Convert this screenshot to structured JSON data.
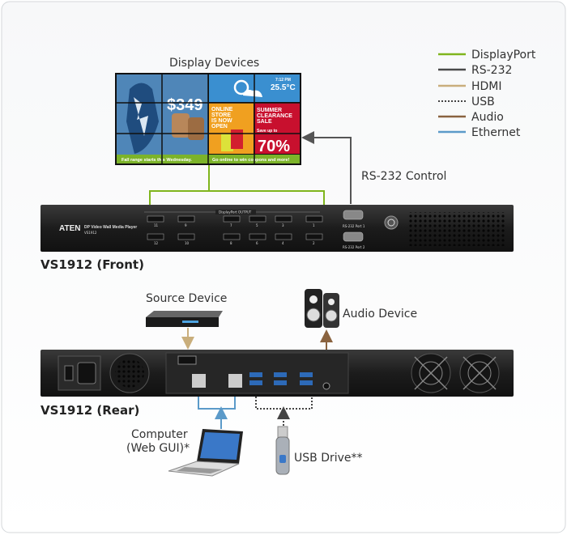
{
  "legend": [
    {
      "label": "DisplayPort",
      "color": "#7fb51d",
      "style": "solid"
    },
    {
      "label": "RS-232",
      "color": "#4a4a4a",
      "style": "solid"
    },
    {
      "label": "HDMI",
      "color": "#c9ae7c",
      "style": "solid"
    },
    {
      "label": "USB",
      "color": "#444444",
      "style": "dotted"
    },
    {
      "label": "Audio",
      "color": "#8a6340",
      "style": "solid"
    },
    {
      "label": "Ethernet",
      "color": "#5b9ac9",
      "style": "solid"
    }
  ],
  "labels": {
    "display_devices": "Display Devices",
    "rs232_control": "RS-232 Control",
    "front": "VS1912 (Front)",
    "rear": "VS1912 (Rear)",
    "source_device": "Source Device",
    "audio_device": "Audio Device",
    "computer_line1": "Computer",
    "computer_line2": "(Web GUI)*",
    "usb_drive": "USB Drive**"
  },
  "front_panel": {
    "brand": "ATEN",
    "product": "DP Video Wall Media Player",
    "model": "VS1912",
    "output_label": "DisplayPort OUTPUT",
    "port_top": [
      "11",
      "9",
      "7",
      "5",
      "3",
      "1"
    ],
    "port_bottom": [
      "12",
      "10",
      "8",
      "6",
      "4",
      "2"
    ],
    "rs232_port1": "RS-232 Port 1",
    "rs232_port2": "RS-232 Port 2"
  },
  "video_wall": {
    "price": "$349",
    "time": "7:12 PM",
    "temperature": "25.5°C",
    "store_text": [
      "ONLINE",
      "STORE",
      "IS NOW",
      "OPEN"
    ],
    "sale_text": [
      "SUMMER",
      "CLEARANCE",
      "SALE"
    ],
    "save_up_to": "Save up to",
    "discount": "70%",
    "ticker_left": "Fall range starts this Wednesday.",
    "ticker_right": "Go online to win coupons and more!"
  }
}
